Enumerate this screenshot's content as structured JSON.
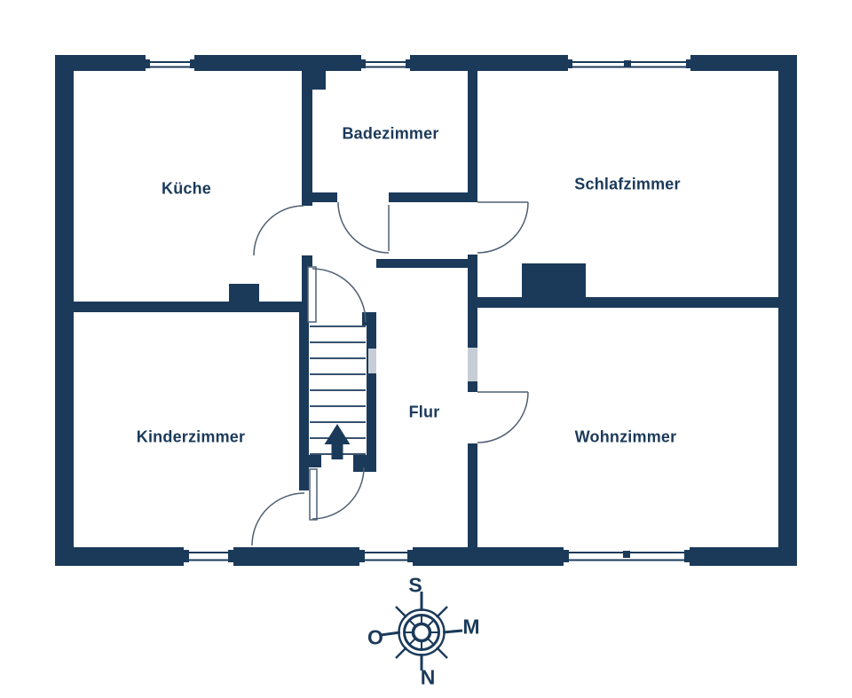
{
  "plan": {
    "type": "floor-plan",
    "language": "de",
    "rooms": [
      {
        "id": "kueche",
        "label": "Küche"
      },
      {
        "id": "badezimmer",
        "label": "Badezimmer"
      },
      {
        "id": "schlafzimmer",
        "label": "Schlafzimmer"
      },
      {
        "id": "kinderzimmer",
        "label": "Kinderzimmer"
      },
      {
        "id": "flur",
        "label": "Flur"
      },
      {
        "id": "wohnzimmer",
        "label": "Wohnzimmer"
      }
    ]
  },
  "compass": {
    "top": "S",
    "right": "M",
    "bottom": "N",
    "left": "O"
  },
  "icons": {
    "stairs_direction": "arrow-up-icon",
    "compass": "compass-rose-icon"
  },
  "colors": {
    "wall": "#1b3a5a",
    "background": "#ffffff",
    "door_arc": "#4e6072",
    "watermark": "#c7cdd7"
  }
}
